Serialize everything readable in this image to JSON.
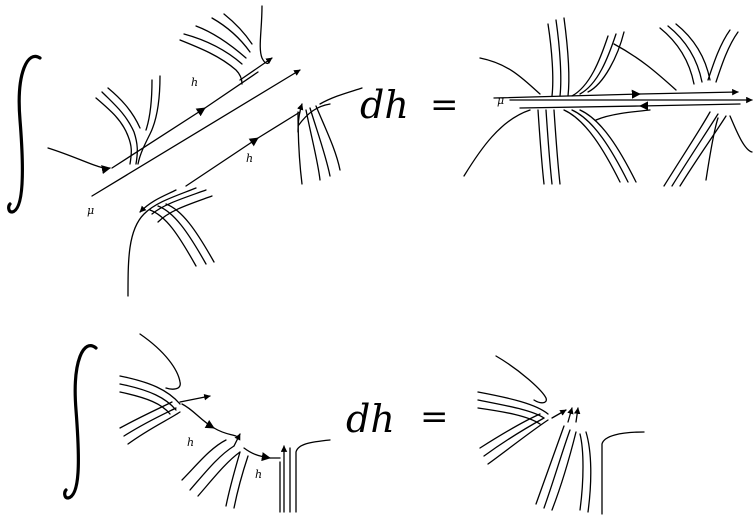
{
  "equations": [
    {
      "differential": "dh",
      "equals": "=",
      "labels": {
        "mu_left": "μ",
        "h_upper": "h",
        "h_lower": "h",
        "mu_right": "μ"
      }
    },
    {
      "differential": "dh",
      "equals": "=",
      "labels": {
        "h_first": "h",
        "h_second": "h"
      }
    }
  ]
}
